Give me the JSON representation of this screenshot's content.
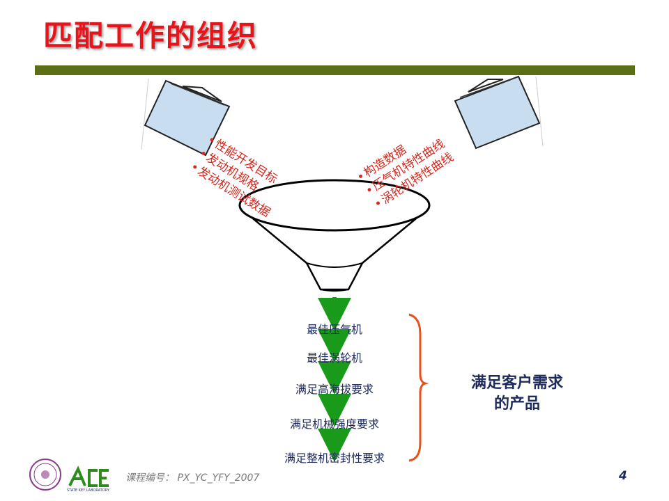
{
  "slide": {
    "title": "匹配工作的组织",
    "page_number": "4",
    "course_code": "课程编号：  PX_YC_YFY_2007",
    "lab_text": "STATE KEY LABORATORY"
  },
  "left_inputs": [
    "性能开发目标",
    "发动机规格",
    "发动机测试数据"
  ],
  "right_inputs": [
    "构造数据",
    "压气机特性曲线",
    "涡轮机特性曲线"
  ],
  "steps": [
    "最佳压气机",
    "最佳涡轮机",
    "满足高海拔要求",
    "满足机械强度要求",
    "满足整机密封性要求"
  ],
  "result": {
    "line1": "满足客户需求",
    "line2": "的产品"
  },
  "colors": {
    "title": "#e8141c",
    "title_bar": "#5b7016",
    "input_text": "#d8261c",
    "arrow": "#1a9a1a",
    "brace": "#e8501e",
    "navy": "#1e2a5c",
    "folder": "#c9ddf0",
    "logo_green": "#2e8b1e",
    "seal": "#8a3b8a"
  }
}
